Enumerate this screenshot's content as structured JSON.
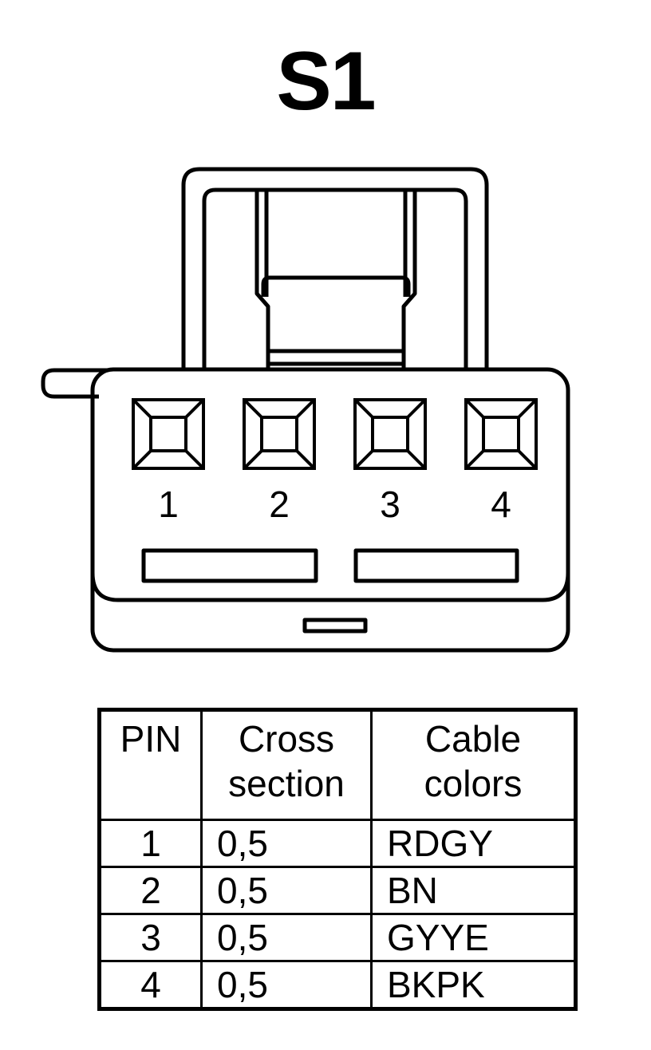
{
  "title": "S1",
  "connector": {
    "pins": [
      {
        "label": "1"
      },
      {
        "label": "2"
      },
      {
        "label": "3"
      },
      {
        "label": "4"
      }
    ]
  },
  "table": {
    "headers": {
      "pin": "PIN",
      "cross_line1": "Cross",
      "cross_line2": "section",
      "colors_line1": "Cable",
      "colors_line2": "colors"
    },
    "rows": [
      {
        "pin": "1",
        "cross": "0,5",
        "color": "RDGY"
      },
      {
        "pin": "2",
        "cross": "0,5",
        "color": "BN"
      },
      {
        "pin": "3",
        "cross": "0,5",
        "color": "GYYE"
      },
      {
        "pin": "4",
        "cross": "0,5",
        "color": "BKPK"
      }
    ]
  }
}
